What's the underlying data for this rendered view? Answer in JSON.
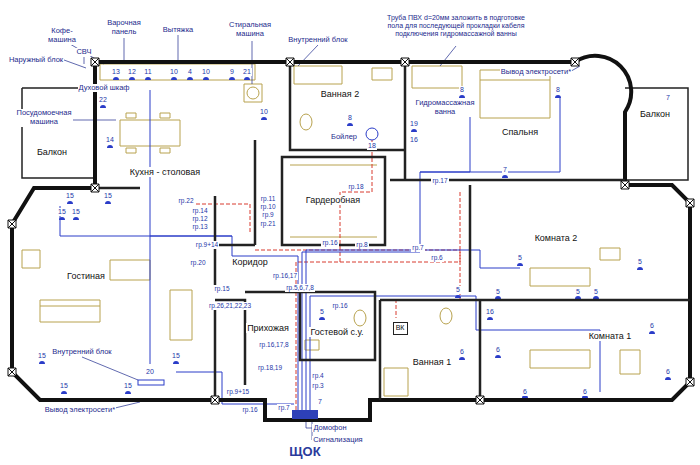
{
  "diagram": {
    "nodes": [
      {
        "text": [
          "Балкон"
        ]
      },
      {
        "text": [
          "Кухня - столовая"
        ]
      },
      {
        "text": [
          "Ванная 2"
        ]
      },
      {
        "text": [
          "Спальня"
        ]
      },
      {
        "text": [
          "Балкон"
        ]
      },
      {
        "text": [
          "Гардеробная"
        ]
      },
      {
        "text": [
          "Гостиная"
        ]
      },
      {
        "text": [
          "Коридор"
        ]
      },
      {
        "text": [
          "Комната 2"
        ]
      },
      {
        "text": [
          "Прихожая"
        ]
      },
      {
        "text": [
          "Гостевой с.у."
        ]
      },
      {
        "text": [
          "Ванная 1"
        ]
      },
      {
        "text": [
          "ВК"
        ],
        "in": 11
      },
      {
        "text": [
          "Комната 1"
        ]
      }
    ],
    "labels": [
      "Наружный блок",
      "Кофе- машина",
      "СВЧ",
      "Варочная панель",
      "Вытяжка",
      "Стиральная машина",
      "Внутренний блок",
      "Труба ПВХ d=20мм заложить в подготовке пола для последующей прокладки кабеля подключения гидромассажной ванны",
      "Вывод электросети*",
      "Духовой шкаф",
      "Посудомоечная машина",
      "Бойлер",
      "Гидромассажная ванна",
      "Внутренний блок",
      "Вывод электросети*",
      "Домофон",
      "Сигнализация",
      "ЩОК",
      "гр.22",
      "гр.14",
      "гр.12",
      "гр.13",
      "гр.11",
      "гр.10",
      "гр.9",
      "гр.21",
      "гр.9+14",
      "гр.20",
      "гр.15",
      "гр.16,17",
      "гр.16",
      "гр.8",
      "гр.18",
      "гр.17",
      "гр.7",
      "гр.6",
      "гр.5,6,7,8",
      "гр.26,21,22,23",
      "гр.16,17,8",
      "гр.18,19",
      "гр.16",
      "гр.4",
      "гр.3",
      "гр.9+15",
      "гр.7",
      "гр.16",
      "22",
      "13",
      "12",
      "11",
      "10",
      "4",
      "10",
      "9",
      "21",
      "10",
      "14",
      "15",
      "15",
      "15",
      "15",
      "15",
      "15",
      "15",
      "15",
      "20",
      "8",
      "18",
      "19",
      "16",
      "8",
      "8",
      "7",
      "7",
      "5",
      "5",
      "5",
      "5",
      "5",
      "5",
      "5",
      "6",
      "6",
      "6",
      "6",
      "6",
      "6",
      "16",
      "7"
    ]
  }
}
